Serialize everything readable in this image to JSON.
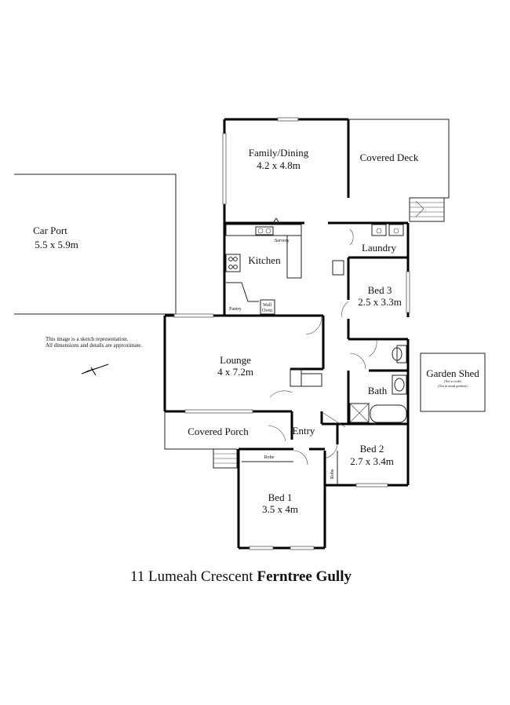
{
  "rooms": {
    "family_dining": {
      "name": "Family/Dining",
      "size": "4.2 x 4.8m"
    },
    "covered_deck": {
      "name": "Covered Deck"
    },
    "car_port": {
      "name": "Car Port",
      "size": "5.5 x 5.9m"
    },
    "kitchen": {
      "name": "Kitchen"
    },
    "laundry": {
      "name": "Laundry"
    },
    "bed3": {
      "name": "Bed 3",
      "size": "2.5 x 3.3m"
    },
    "lounge": {
      "name": "Lounge",
      "size": "4 x 7.2m"
    },
    "bath": {
      "name": "Bath"
    },
    "covered_porch": {
      "name": "Covered Porch"
    },
    "entry": {
      "name": "Entry"
    },
    "bed2": {
      "name": "Bed 2",
      "size": "2.7 x 3.4m"
    },
    "bed1": {
      "name": "Bed 1",
      "size": "3.5 x 4m"
    }
  },
  "fixtures": {
    "servery": "Servery",
    "pantry": "Pantry",
    "wall_oven_1": "Wall",
    "wall_oven_2": "Oven",
    "robe_bed1": "Robe",
    "robe_bed2": "Robe"
  },
  "garden_shed": {
    "name": "Garden Shed",
    "note1": "(Not to scale)",
    "note2": "(Not in actual position)"
  },
  "disclaimer": {
    "line1": "This image is a sketch representation.",
    "line2": "All dimensions and details are approximate."
  },
  "address": {
    "street": "11 Lumeah Crescent",
    "suburb": "Ferntree Gully"
  }
}
